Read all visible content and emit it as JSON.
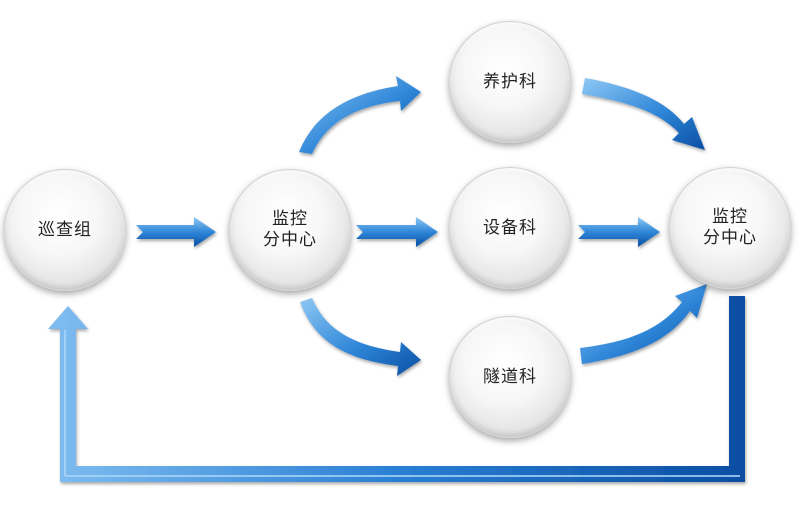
{
  "nodes": {
    "patrol": {
      "label": "巡查组"
    },
    "monitor1": {
      "line1": "监控",
      "line2": "分中心"
    },
    "maint": {
      "label": "养护科"
    },
    "equip": {
      "label": "设备科"
    },
    "tunnel": {
      "label": "隧道科"
    },
    "monitor2": {
      "line1": "监控",
      "line2": "分中心"
    }
  },
  "colors": {
    "arrow_light": "#8ec8f4",
    "arrow_mid": "#2f86d8",
    "arrow_dark": "#0a4ea3"
  }
}
